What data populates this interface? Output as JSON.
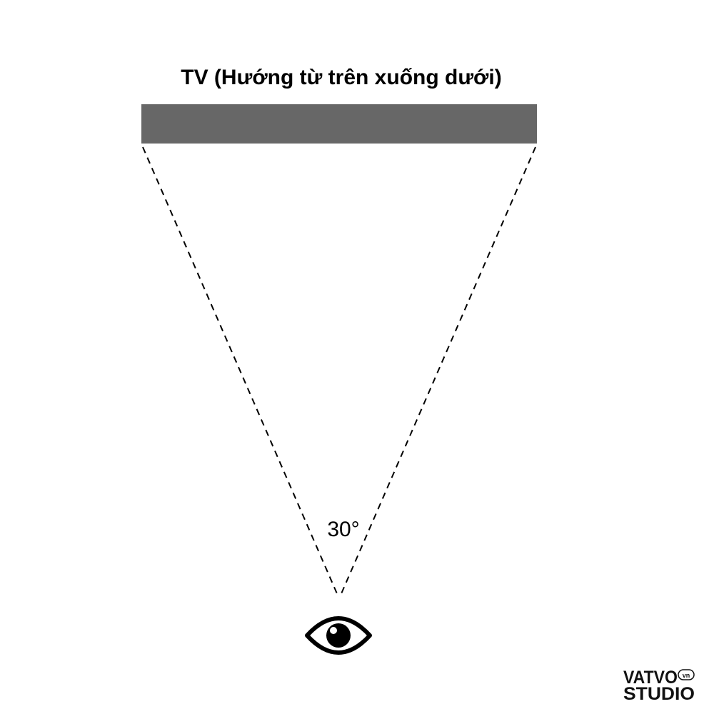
{
  "diagram": {
    "title": "TV (Hướng từ trên xuống dưới)",
    "angle_label": "30°",
    "tv_color": "#676767",
    "line_color": "#000000"
  },
  "logo": {
    "line1": "VATVO",
    "line2": "STUDIO",
    "badge": "vn"
  },
  "icons": {
    "viewer": "eye-icon"
  }
}
